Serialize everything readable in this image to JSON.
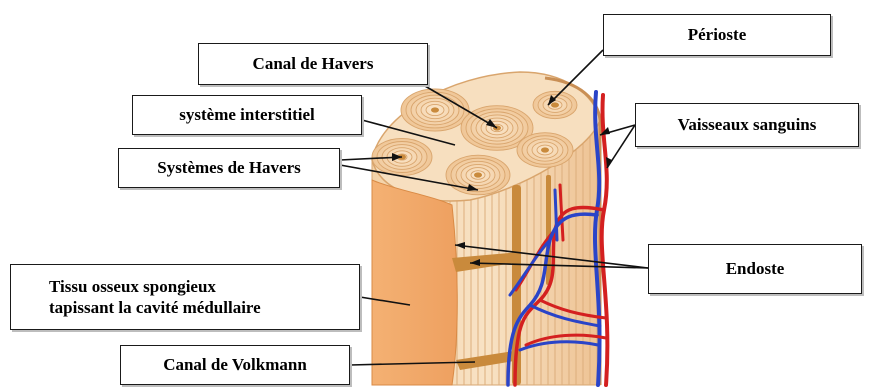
{
  "labels": {
    "canal_havers": "Canal de Havers",
    "systeme_interstitiel": "système interstitiel",
    "systemes_havers": "Systèmes de Havers",
    "tissu_spongieux_line1": "Tissu osseux spongieux",
    "tissu_spongieux_line2": "tapissant la cavité médullaire",
    "canal_volkmann": "Canal de Volkmann",
    "perioste": "Périoste",
    "vaisseaux": "Vaisseaux sanguins",
    "endoste": "Endoste"
  },
  "colors": {
    "bone_light": "#f6dcb8",
    "bone_mid": "#efc79a",
    "bone_dark": "#e2ad76",
    "spongy": "#f0a868",
    "canal": "#c98a3c",
    "artery": "#d42020",
    "vein": "#2a44c8",
    "leader": "#111111"
  },
  "icons": {
    "bone": "compact-bone-cylinder-illustration"
  }
}
